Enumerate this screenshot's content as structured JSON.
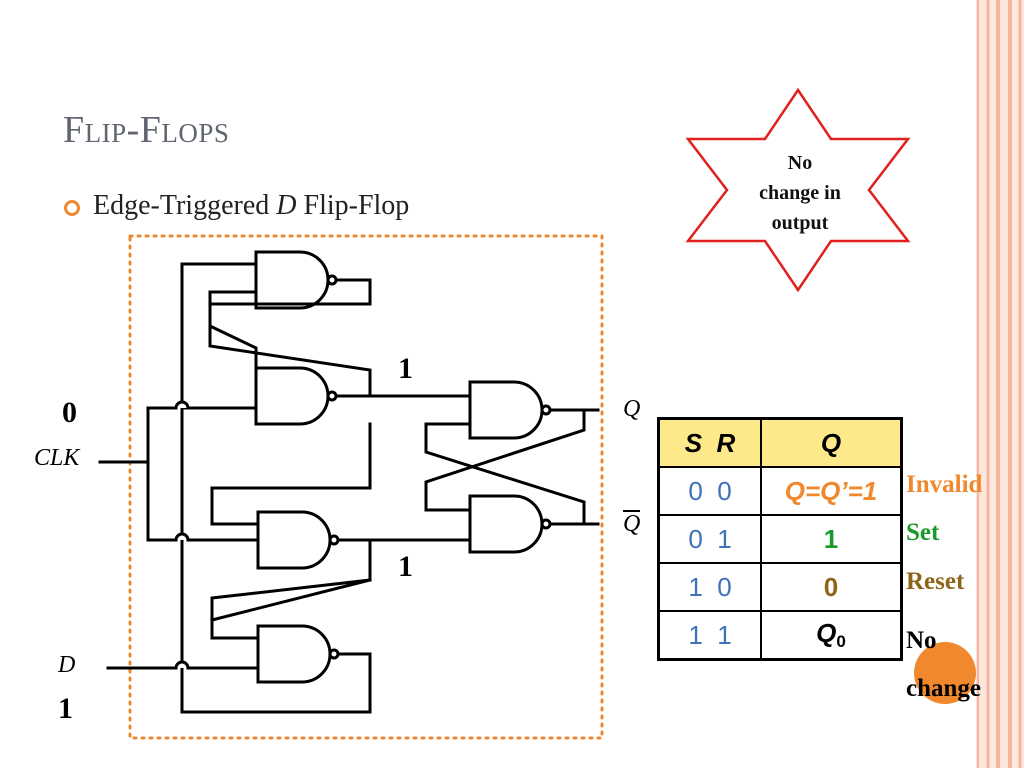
{
  "slide": {
    "title": "Flip-Flops",
    "bullet": {
      "prefix": "Edge-Triggered ",
      "var": "D",
      "suffix": " Flip-Flop"
    }
  },
  "star": {
    "lines": [
      "No",
      "change in",
      "output"
    ]
  },
  "circuit": {
    "clk_value": "0",
    "clk_label": "CLK",
    "d_label": "D",
    "d_value": "1",
    "s_value": "1",
    "r_value": "1",
    "q_label": "Q",
    "qbar_label": "Q"
  },
  "table": {
    "header": {
      "sr": "S  R",
      "q": "Q"
    },
    "rows": [
      {
        "sr": "0  0",
        "q": "Q=Q’=1",
        "note": "Invalid"
      },
      {
        "sr": "0  1",
        "q": "1",
        "note": "Set"
      },
      {
        "sr": "1  0",
        "q": "0",
        "note": "Reset"
      },
      {
        "sr": "1  1",
        "q": "Q",
        "q_sub": "0",
        "note": "No change"
      }
    ]
  },
  "colors": {
    "accent_orange": "#f0882d",
    "title_gray": "#5f6670",
    "star_red": "#e0201c",
    "blue": "#3f72b8",
    "green": "#1a9a2b",
    "brown": "#8e6418",
    "header_yellow": "#fde98a",
    "border_stripe": "#f3b6a0"
  }
}
